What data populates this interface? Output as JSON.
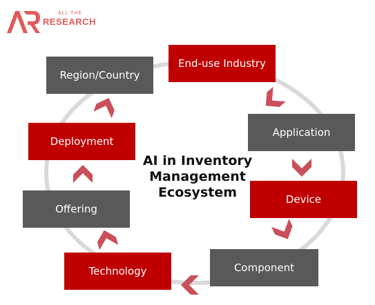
{
  "logo": {
    "mark": "AR",
    "line1": "ALL THE",
    "line2": "RESEARCH",
    "color": "#e05a5a"
  },
  "title": "AI in Inventory Management Ecosystem",
  "title_lines": [
    "AI in Inventory",
    "Management",
    "Ecosystem"
  ],
  "colors": {
    "red": "#c00000",
    "gray": "#595959",
    "ring": "#d9d9d9",
    "arrow": "#c9505a"
  },
  "nodes": [
    {
      "id": "end-use-industry",
      "label": "End-use Industry",
      "color": "red"
    },
    {
      "id": "application",
      "label": "Application",
      "color": "gray"
    },
    {
      "id": "device",
      "label": "Device",
      "color": "red"
    },
    {
      "id": "component",
      "label": "Component",
      "color": "gray"
    },
    {
      "id": "technology",
      "label": "Technology",
      "color": "red"
    },
    {
      "id": "offering",
      "label": "Offering",
      "color": "gray"
    },
    {
      "id": "deployment",
      "label": "Deployment",
      "color": "red"
    },
    {
      "id": "region-country",
      "label": "Region/Country",
      "color": "gray"
    }
  ]
}
